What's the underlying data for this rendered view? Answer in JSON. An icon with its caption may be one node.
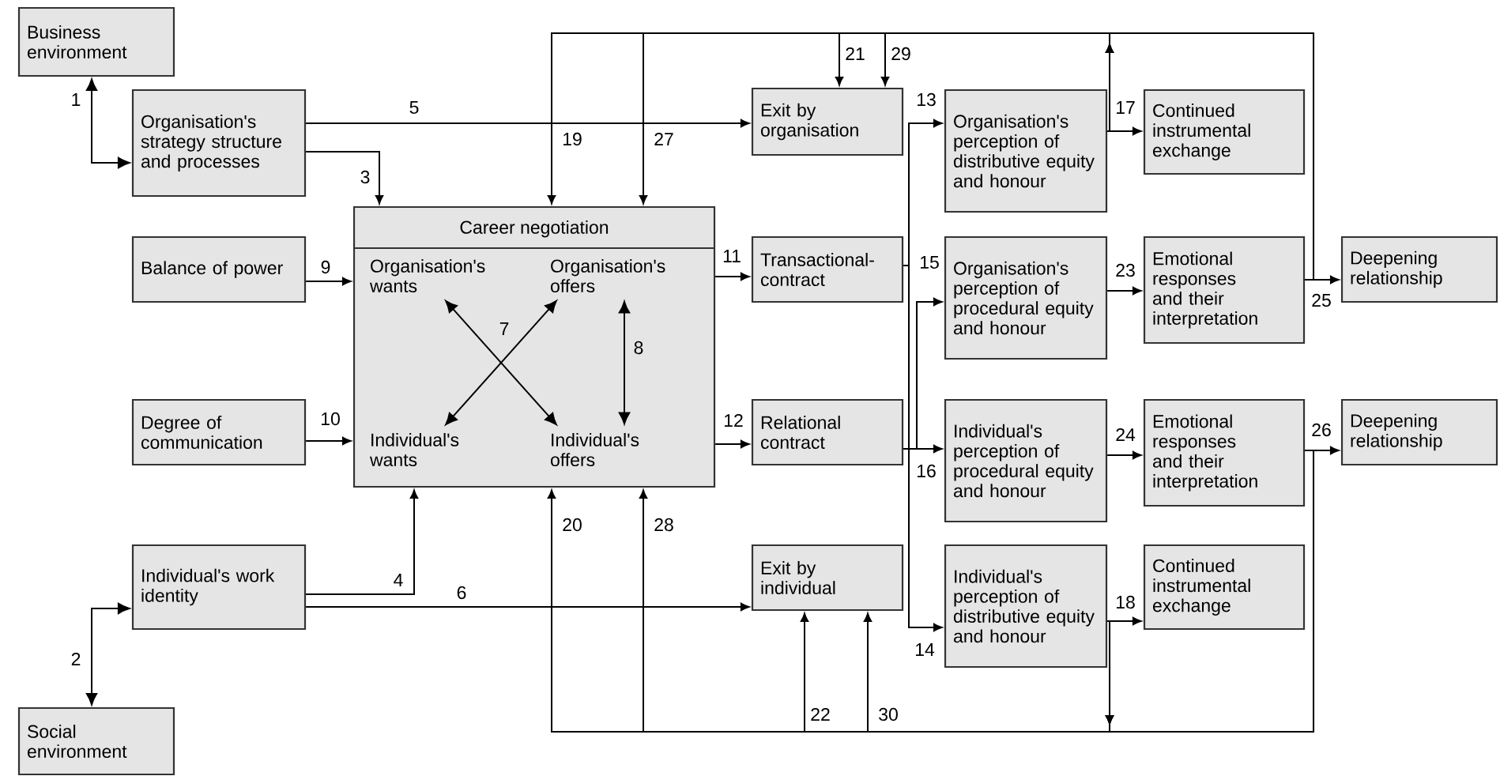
{
  "diagram": {
    "nodes": [
      {
        "text": [
          "Business environment"
        ]
      },
      {
        "text": [
          "Organisation's strategy structure and processes"
        ]
      },
      {
        "text": [
          "Career negotiation"
        ]
      },
      {
        "text": [
          "Organisation's wants"
        ],
        "in": 2
      },
      {
        "text": [
          "Organisation's offers"
        ],
        "in": 2
      },
      {
        "text": [
          "Individual's wants"
        ],
        "in": 2
      },
      {
        "text": [
          "Individual's offers"
        ],
        "in": 2
      },
      {
        "text": [
          "Balance of power"
        ]
      },
      {
        "text": [
          "Degree of communication"
        ]
      },
      {
        "text": [
          "Individual's work identity"
        ]
      },
      {
        "text": [
          "Social environment"
        ]
      },
      {
        "text": [
          "Exit by organisation"
        ]
      },
      {
        "text": [
          "Transactional-contract"
        ]
      },
      {
        "text": [
          "Relational contract"
        ]
      },
      {
        "text": [
          "Exit by individual"
        ]
      },
      {
        "text": [
          "Organisation's perception of distributive equity and honour"
        ]
      },
      {
        "text": [
          "Organisation's perception of procedural equity and honour"
        ]
      },
      {
        "text": [
          "Individual's perception of procedural equity and honour"
        ]
      },
      {
        "text": [
          "Individual's perception of distributive equity and honour"
        ]
      },
      {
        "text": [
          "Continued instrumental exchange"
        ]
      },
      {
        "text": [
          "Emotional responses and their interpretation"
        ]
      },
      {
        "text": [
          "Deepening relationship"
        ]
      },
      {
        "text": [
          "Emotional responses and their interpretation"
        ]
      },
      {
        "text": [
          "Deepening relationship"
        ]
      },
      {
        "text": [
          "Continued instrumental exchange"
        ]
      }
    ],
    "edges": [
      {
        "from": 0,
        "to": 1,
        "arrow": "both",
        "label": "1"
      },
      {
        "from": 9,
        "to": 10,
        "arrow": "both",
        "label": "2"
      },
      {
        "from": 1,
        "to": 2,
        "arrow": "to",
        "label": "3"
      },
      {
        "from": 9,
        "to": 2,
        "arrow": "to",
        "label": "4"
      },
      {
        "from": 1,
        "to": 11,
        "arrow": "to",
        "label": "5"
      },
      {
        "from": 9,
        "to": 14,
        "arrow": "to",
        "label": "6"
      },
      {
        "from": 5,
        "to": 4,
        "arrow": "both",
        "label": "7"
      },
      {
        "from": 3,
        "to": 6,
        "arrow": "both"
      },
      {
        "from": 4,
        "to": 6,
        "arrow": "both",
        "label": "8"
      },
      {
        "from": 7,
        "to": 2,
        "arrow": "to",
        "label": "9"
      },
      {
        "from": 8,
        "to": 2,
        "arrow": "to",
        "label": "10"
      },
      {
        "from": 2,
        "to": 12,
        "arrow": "to",
        "label": "11"
      },
      {
        "from": 2,
        "to": 13,
        "arrow": "to",
        "label": "12"
      },
      {
        "from": 12,
        "to": 15,
        "arrow": "to",
        "label": "13"
      },
      {
        "from": 12,
        "to": 18,
        "arrow": "to",
        "label": "14"
      },
      {
        "from": 13,
        "to": 16,
        "arrow": "to",
        "label": "15"
      },
      {
        "from": 13,
        "to": 17,
        "arrow": "to",
        "label": "16"
      },
      {
        "from": 15,
        "to": 19,
        "arrow": "to",
        "label": "17"
      },
      {
        "from": 18,
        "to": 24,
        "arrow": "to",
        "label": "18"
      },
      {
        "from": 15,
        "to": 2,
        "arrow": "to",
        "label": "19"
      },
      {
        "from": 18,
        "to": 2,
        "arrow": "to",
        "label": "20"
      },
      {
        "from": 15,
        "to": 11,
        "arrow": "to",
        "label": "21"
      },
      {
        "from": 18,
        "to": 14,
        "arrow": "to",
        "label": "22"
      },
      {
        "from": 16,
        "to": 20,
        "arrow": "to",
        "label": "23"
      },
      {
        "from": 17,
        "to": 22,
        "arrow": "to",
        "label": "24"
      },
      {
        "from": 20,
        "to": 21,
        "arrow": "to",
        "label": "25"
      },
      {
        "from": 22,
        "to": 23,
        "arrow": "to",
        "label": "26"
      },
      {
        "from": 20,
        "to": 2,
        "arrow": "to",
        "label": "27"
      },
      {
        "from": 22,
        "to": 2,
        "arrow": "to",
        "label": "28"
      },
      {
        "from": 20,
        "to": 11,
        "arrow": "to",
        "label": "29"
      },
      {
        "from": 22,
        "to": 14,
        "arrow": "to",
        "label": "30"
      }
    ]
  }
}
